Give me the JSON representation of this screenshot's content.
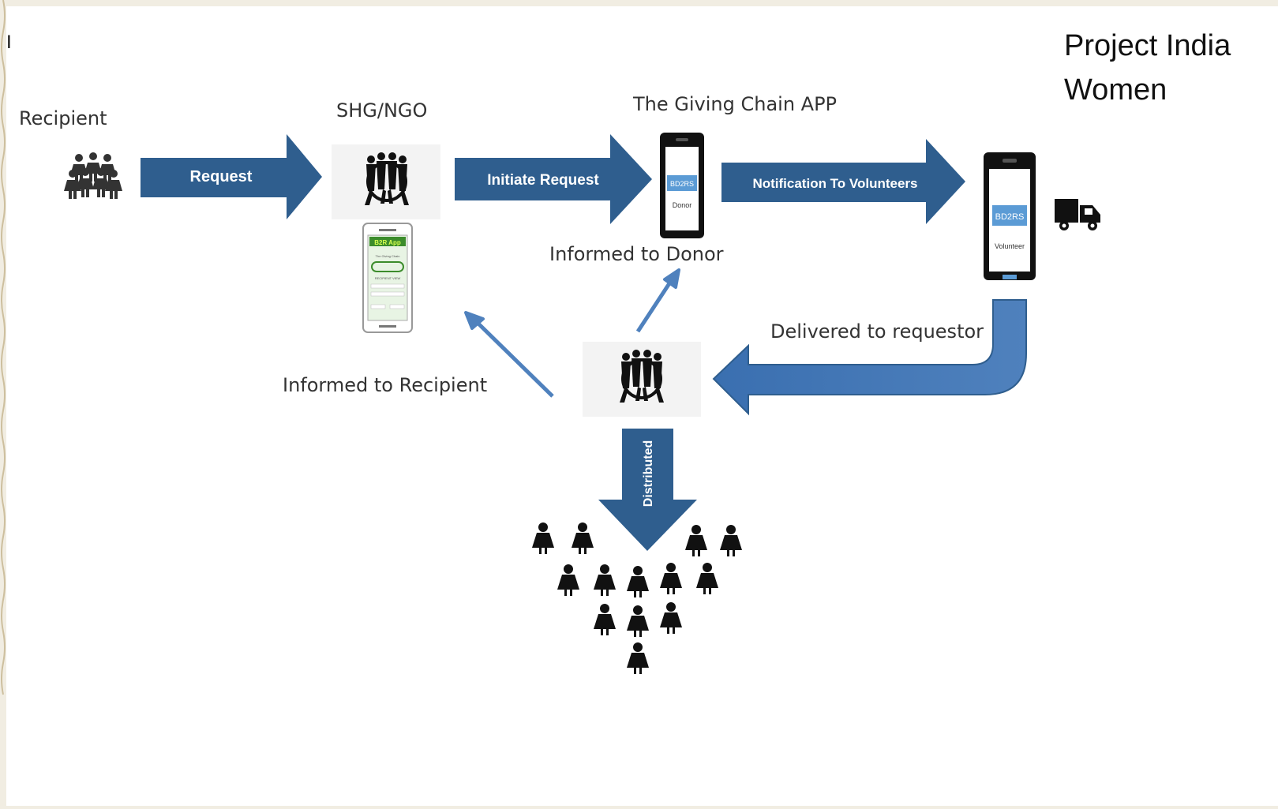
{
  "header": {
    "title_line1": "Project India",
    "title_line2": "Women",
    "corner_text": "I"
  },
  "nodes": {
    "recipient": "Recipient",
    "shg_ngo": "SHG/NGO",
    "app": "The Giving Chain APP"
  },
  "arrows": {
    "request": "Request",
    "initiate_request": "Initiate Request",
    "notification": "Notification To Volunteers",
    "delivered": "Delivered to requestor",
    "distributed": "Distributed",
    "informed_donor": "Informed to Donor",
    "informed_recipient": "Informed to Recipient"
  },
  "phones": {
    "donor_badge": "BD2RS",
    "donor_label": "Donor",
    "volunteer_badge": "BD2RS",
    "volunteer_label": "Volunteer",
    "b2r_header": "B2R App",
    "b2r_subtitle": "The Giving Chain",
    "b2r_view": "RECIPIENT VIEW"
  },
  "colors": {
    "arrow_blue": "#2f5e8e",
    "light_blue": "#4f81bd",
    "phone_badge": "#5b9bd5"
  }
}
